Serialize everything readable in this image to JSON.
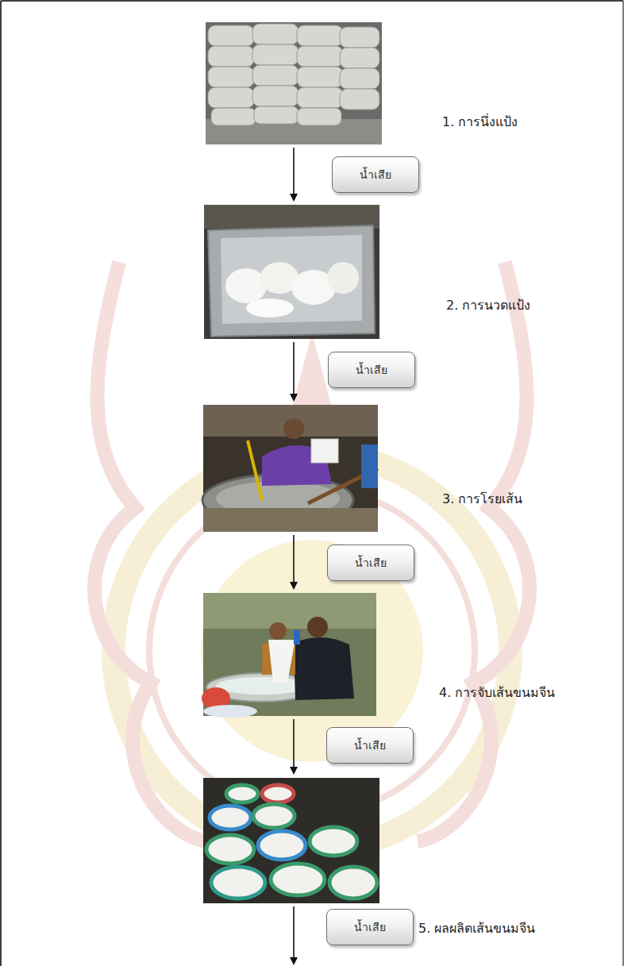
{
  "diagram": {
    "nodes": [
      {
        "text": [
          "น้ำเสีย"
        ]
      },
      {
        "text": [
          "น้ำเสีย"
        ]
      },
      {
        "text": [
          "น้ำเสีย"
        ]
      },
      {
        "text": [
          "น้ำเสีย"
        ]
      },
      {
        "text": [
          "น้ำเสีย"
        ]
      }
    ],
    "labels": [
      "1. การนึ่งแป้ง",
      "2. การนวดแป้ง",
      "3. การโรยเส้น",
      "4. การจับเส้นขนมจีน",
      "5. ผลผลิตเส้นขนมจีน"
    ]
  }
}
